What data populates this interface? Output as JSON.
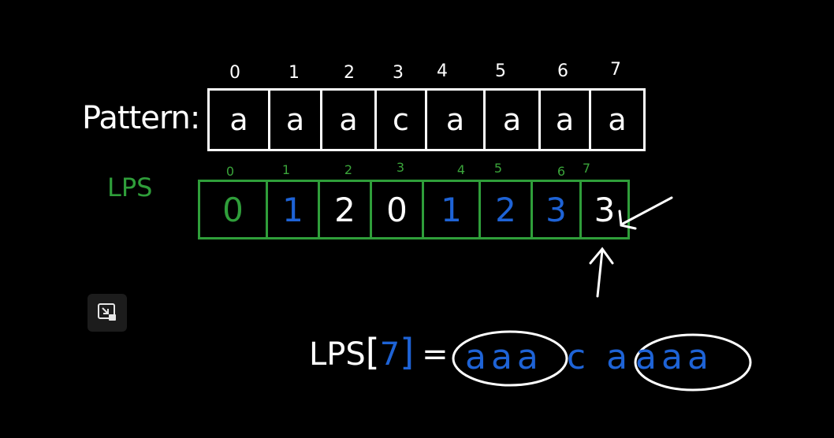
{
  "labels": {
    "pattern": "Pattern:",
    "lps": "LPS"
  },
  "pattern": {
    "indices": [
      "0",
      "1",
      "2",
      "3",
      "4",
      "5",
      "6",
      "7"
    ],
    "chars": [
      "a",
      "a",
      "a",
      "c",
      "a",
      "a",
      "a",
      "a"
    ]
  },
  "lps": {
    "indices": [
      "0",
      "1",
      "2",
      "3",
      "4",
      "5",
      "6",
      "7"
    ],
    "values": [
      "0",
      "1",
      "2",
      "0",
      "1",
      "2",
      "3",
      "3"
    ],
    "value_colors": [
      "#2f9e3a",
      "#1e63d6",
      "#ffffff",
      "#ffffff",
      "#1e63d6",
      "#1e63d6",
      "#1e63d6",
      "#ffffff"
    ]
  },
  "formula": {
    "lhs": "LPS",
    "open_bracket": "[",
    "index": "7",
    "close_bracket": "]",
    "equals": "=",
    "prefix_group": "aaa",
    "middle": "c a",
    "suffix_group": "aaa"
  },
  "colors": {
    "background": "#000000",
    "pattern_border": "#ffffff",
    "lps_border": "#2f9e3a",
    "blue": "#1e63d6",
    "green_label": "#2f9e3a"
  },
  "icons": {
    "expand": "picture-in-picture-icon"
  }
}
